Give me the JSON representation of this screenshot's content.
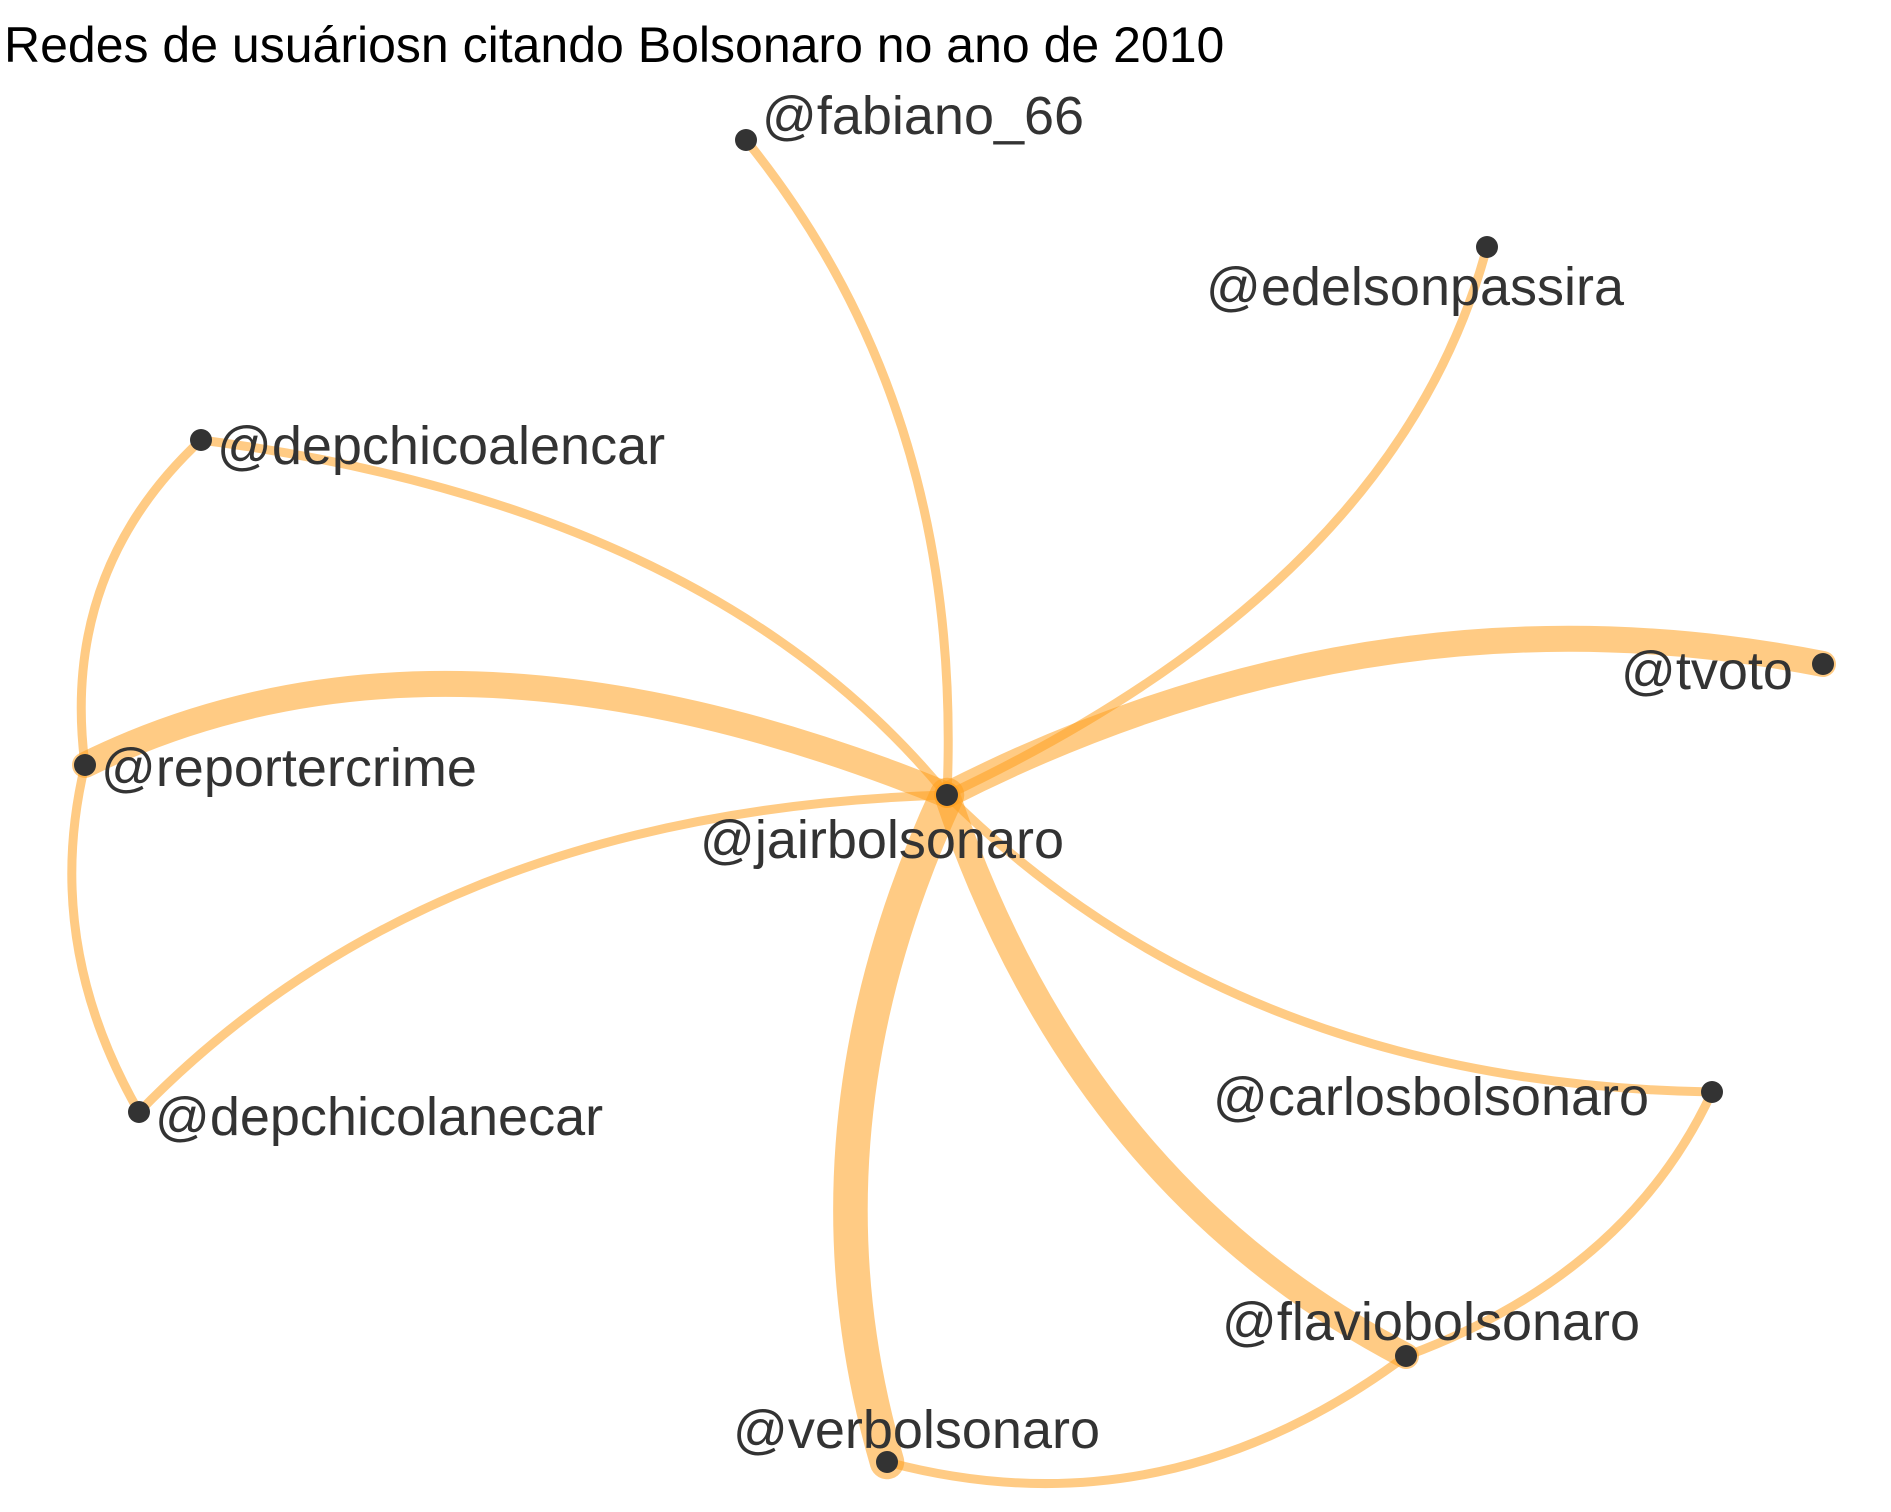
{
  "title": "Redes de usuáriosn citando Bolsonaro no ano de 2010",
  "colors": {
    "edge": "#ffa11f",
    "node": "#333333",
    "label": "#333333",
    "title": "#000000",
    "background": "#ffffff"
  },
  "nodes": [
    {
      "id": "jairbolsonaro",
      "label": "@jairbolsonaro"
    },
    {
      "id": "fabiano_66",
      "label": "@fabiano_66"
    },
    {
      "id": "edelsonpassira",
      "label": "@edelsonpassira"
    },
    {
      "id": "depchicoalencar",
      "label": "@depchicoalencar"
    },
    {
      "id": "tvoto",
      "label": "@tvoto"
    },
    {
      "id": "reportercrime",
      "label": "@reportercrime"
    },
    {
      "id": "depchicolanecar",
      "label": "@depchicolanecar"
    },
    {
      "id": "carlosbolsonaro",
      "label": "@carlosbolsonaro"
    },
    {
      "id": "flaviobolsonaro",
      "label": "@flaviobolsonaro"
    },
    {
      "id": "verbolsonaro",
      "label": "@verbolsonaro"
    }
  ],
  "edges": [
    {
      "source": "jairbolsonaro",
      "target": "fabiano_66",
      "weight": 1
    },
    {
      "source": "jairbolsonaro",
      "target": "edelsonpassira",
      "weight": 1
    },
    {
      "source": "jairbolsonaro",
      "target": "depchicoalencar",
      "weight": 1
    },
    {
      "source": "jairbolsonaro",
      "target": "tvoto",
      "weight": 3
    },
    {
      "source": "jairbolsonaro",
      "target": "reportercrime",
      "weight": 3
    },
    {
      "source": "jairbolsonaro",
      "target": "depchicolanecar",
      "weight": 1
    },
    {
      "source": "jairbolsonaro",
      "target": "carlosbolsonaro",
      "weight": 1
    },
    {
      "source": "jairbolsonaro",
      "target": "flaviobolsonaro",
      "weight": 3
    },
    {
      "source": "jairbolsonaro",
      "target": "verbolsonaro",
      "weight": 4
    },
    {
      "source": "depchicoalencar",
      "target": "reportercrime",
      "weight": 1
    },
    {
      "source": "reportercrime",
      "target": "depchicolanecar",
      "weight": 1
    },
    {
      "source": "carlosbolsonaro",
      "target": "flaviobolsonaro",
      "weight": 1
    },
    {
      "source": "flaviobolsonaro",
      "target": "verbolsonaro",
      "weight": 1
    }
  ]
}
